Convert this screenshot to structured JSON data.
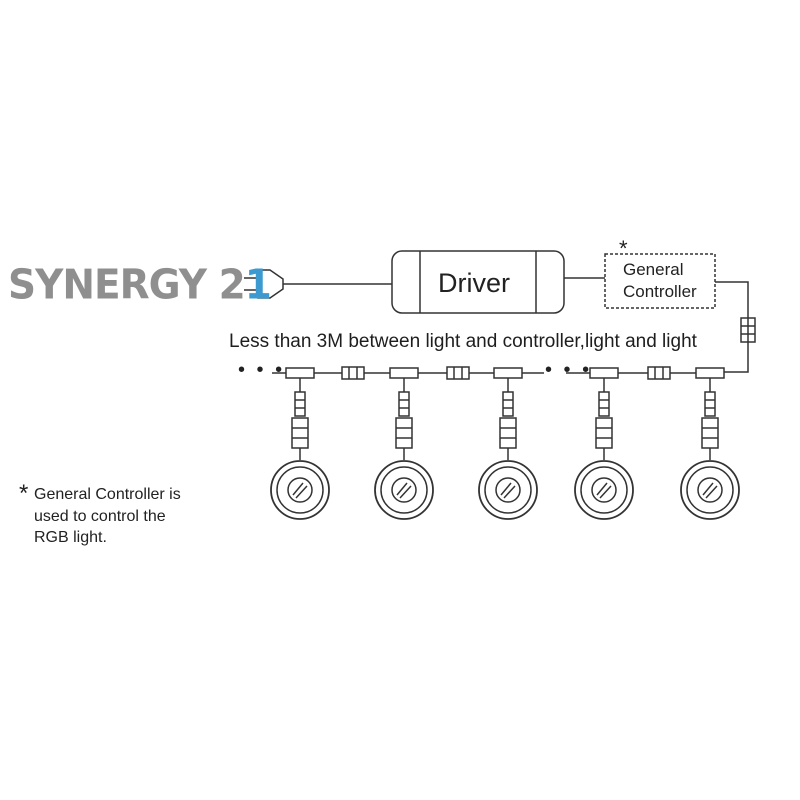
{
  "brand": {
    "word": "SYNERGY",
    "number_part_a": "2",
    "number_part_b": "1",
    "colors": {
      "word": "#8f8f8f",
      "accent": "#3d9ad1"
    }
  },
  "diagram": {
    "driver_label": "Driver",
    "controller": {
      "marker": "*",
      "line1": "General",
      "line2": "Controller"
    },
    "distance_label": "Less than 3M between light and controller,light and light",
    "continuation": "• • •",
    "light_count": 5
  },
  "note": {
    "marker": "*",
    "line1": "General Controller  is",
    "line2": "used to control the",
    "line3": "RGB light."
  }
}
